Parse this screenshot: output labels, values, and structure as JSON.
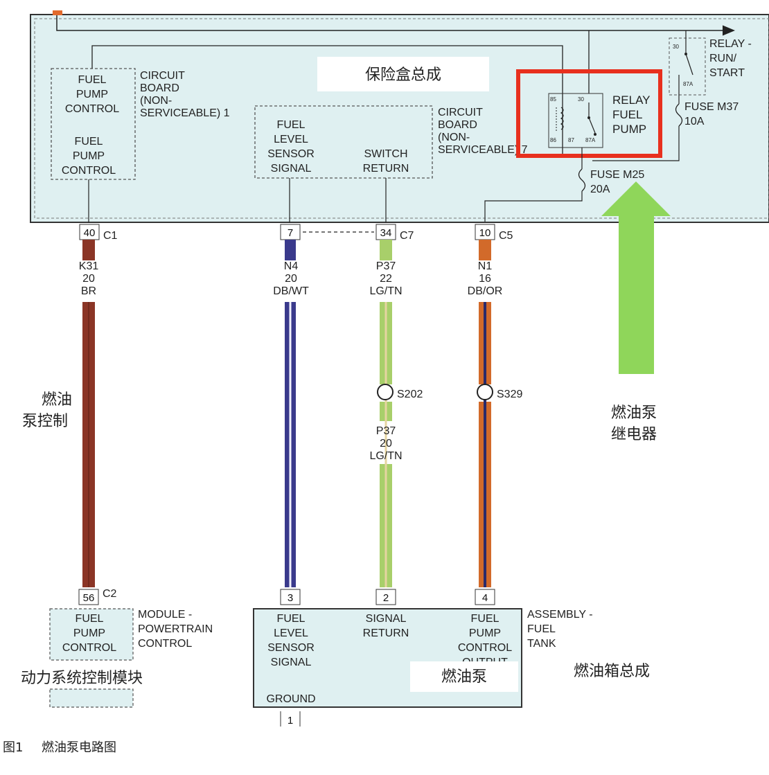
{
  "fuse_box_title": "保险盒总成",
  "pcm_board": {
    "block1_lines": [
      "FUEL",
      "PUMP",
      "CONTROL"
    ],
    "block2_lines": [
      "FUEL",
      "PUMP",
      "CONTROL"
    ],
    "label_lines": [
      "CIRCUIT",
      "BOARD",
      "(NON-",
      "SERVICEABLE) 1"
    ]
  },
  "sensor_board": {
    "signal_lines": [
      "FUEL",
      "LEVEL",
      "SENSOR",
      "SIGNAL"
    ],
    "return_lines": [
      "SWITCH",
      "RETURN"
    ],
    "label_lines": [
      "CIRCUIT",
      "BOARD",
      "(NON-",
      "SERVICEABLE) 7"
    ]
  },
  "relay_fuel_pump": {
    "label_lines": [
      "RELAY",
      "FUEL",
      "PUMP"
    ],
    "pins": [
      "85",
      "30",
      "86",
      "87",
      "87A"
    ]
  },
  "relay_run_start": {
    "label_lines": [
      "RELAY -",
      "RUN/",
      "START"
    ],
    "pins": [
      "30",
      "87A"
    ]
  },
  "fuse_m37": [
    "FUSE M37",
    "10A"
  ],
  "fuse_m25": [
    "FUSE M25",
    "20A"
  ],
  "connectors": [
    {
      "pin": "40",
      "conn": "C1"
    },
    {
      "pin": "7",
      "conn": ""
    },
    {
      "pin": "34",
      "conn": "C7"
    },
    {
      "pin": "10",
      "conn": "C5"
    }
  ],
  "wires": [
    {
      "circuit": "K31",
      "gauge": "20",
      "color_code": "BR",
      "color": "#8b3526"
    },
    {
      "circuit": "N4",
      "gauge": "20",
      "color_code": "DB/WT",
      "color": "#3a3a8c"
    },
    {
      "circuit": "P37",
      "gauge": "22",
      "color_code": "LG/TN",
      "color": "#a8cf6a"
    },
    {
      "circuit": "N1",
      "gauge": "16",
      "color_code": "DB/OR",
      "color": "#d26a2a"
    }
  ],
  "splices": [
    {
      "name": "S202",
      "after": {
        "circuit": "P37",
        "gauge": "20",
        "color_code": "LG/TN"
      }
    },
    {
      "name": "S329"
    }
  ],
  "pcm_pin": {
    "pin": "56",
    "conn": "C2"
  },
  "pcm_module": {
    "box_lines": [
      "FUEL",
      "PUMP",
      "CONTROL"
    ],
    "label_lines": [
      "MODULE -",
      "POWERTRAIN",
      "CONTROL"
    ]
  },
  "tank_pins": [
    "3",
    "2",
    "4"
  ],
  "tank_ground_pin": "1",
  "tank_assembly": {
    "col1": [
      "FUEL",
      "LEVEL",
      "SENSOR",
      "SIGNAL"
    ],
    "col2": [
      "SIGNAL",
      "RETURN"
    ],
    "col3": [
      "FUEL",
      "PUMP",
      "CONTROL",
      "OUTPUT"
    ],
    "ground": "GROUND",
    "label_lines": [
      "ASSEMBLY -",
      "FUEL",
      "TANK"
    ]
  },
  "annotations": {
    "fuel_pump_control": [
      "燃油",
      "泵控制"
    ],
    "fuel_pump_relay": [
      "燃油泵",
      "继电器"
    ],
    "pcm": "动力系统控制模块",
    "fuel_pump": "燃油泵",
    "fuel_tank_assembly": "燃油箱总成"
  },
  "figure_caption": {
    "number": "图1",
    "title": "燃油泵电路图"
  },
  "colors": {
    "fuse_box_fill": "#dff0f1",
    "highlight_red": "#e8301e",
    "arrow_green": "#8fd65a"
  }
}
